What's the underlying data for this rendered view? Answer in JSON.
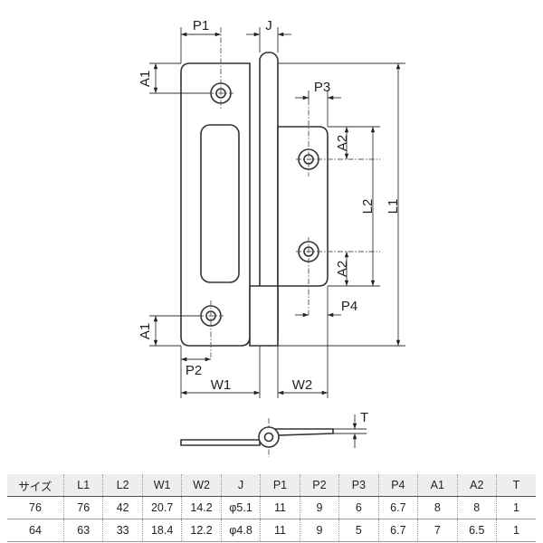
{
  "diagram": {
    "labels": {
      "P1": "P1",
      "J": "J",
      "A1_top": "A1",
      "P3": "P3",
      "A2_top": "A2",
      "L2": "L2",
      "L1": "L1",
      "A2_bottom": "A2",
      "P4": "P4",
      "A1_bottom": "A1",
      "P2": "P2",
      "W1": "W1",
      "W2": "W2",
      "T": "T"
    }
  },
  "table": {
    "headers": [
      "サイズ",
      "L1",
      "L2",
      "W1",
      "W2",
      "J",
      "P1",
      "P2",
      "P3",
      "P4",
      "A1",
      "A2",
      "T"
    ],
    "rows": [
      [
        "76",
        "76",
        "42",
        "20.7",
        "14.2",
        "φ5.1",
        "11",
        "9",
        "6",
        "6.7",
        "8",
        "8",
        "1"
      ],
      [
        "64",
        "63",
        "33",
        "18.4",
        "12.2",
        "φ4.8",
        "11",
        "9",
        "5",
        "6.7",
        "7",
        "6.5",
        "1"
      ]
    ]
  }
}
